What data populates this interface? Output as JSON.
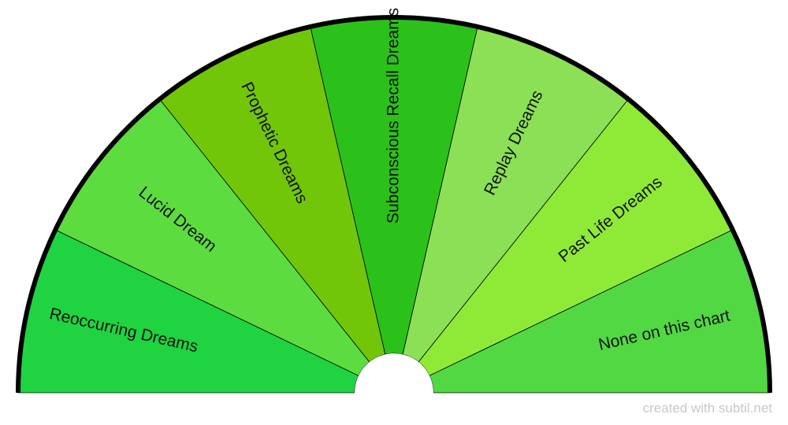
{
  "chart_data": {
    "type": "pie",
    "categories": [
      "Reoccurring Dreams",
      "Lucid Dream",
      "Prophetic Dreams",
      "Subconscious Recall Dreams",
      "Replay Dreams",
      "Past Life Dreams",
      "None on this chart"
    ],
    "values": [
      1,
      1,
      1,
      1,
      1,
      1,
      1
    ],
    "colors": [
      "#1fd341",
      "#5ddc40",
      "#72c60a",
      "#2cc11a",
      "#8be055",
      "#8eea36",
      "#52d842"
    ],
    "outline_color": "#000000"
  },
  "footer": {
    "credit": "created with subtil.net"
  }
}
